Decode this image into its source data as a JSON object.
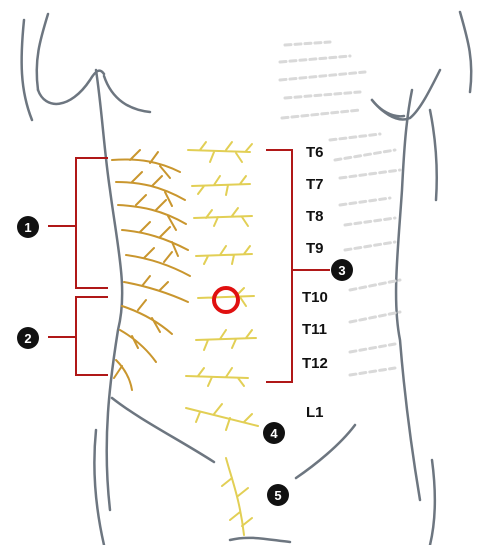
{
  "levels": [
    "T6",
    "T7",
    "T8",
    "T9",
    "T10",
    "T11",
    "T12",
    "L1"
  ],
  "badges": [
    "1",
    "2",
    "3",
    "4",
    "5"
  ],
  "colors": {
    "bracket": "#b01818",
    "marker": "#e01010",
    "nerve_light": "#e2cf55",
    "nerve_dark": "#c9962e",
    "outline": "#6d7680",
    "badge": "#111111"
  }
}
